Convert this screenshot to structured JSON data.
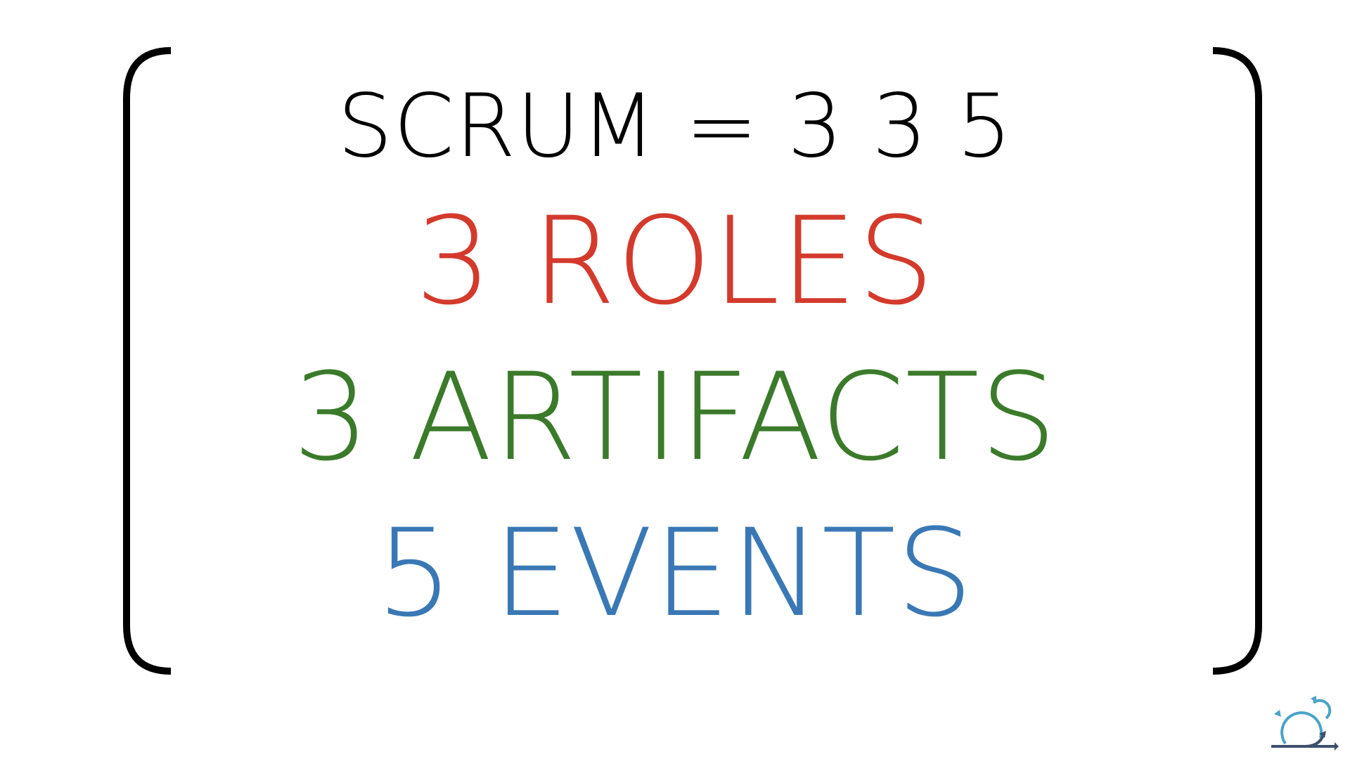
{
  "slide": {
    "title": "SCRUM = 3 3 5",
    "lines": [
      {
        "text": "3 ROLES",
        "color": "#d33a2c"
      },
      {
        "text": "3 ARTIFACTS",
        "color": "#3b7a2a"
      },
      {
        "text": "5 EVENTS",
        "color": "#3a78b5"
      }
    ]
  },
  "logo": {
    "icon": "scrum-cycle-icon",
    "colors": [
      "#4aa3c8",
      "#3d4f6b"
    ]
  }
}
